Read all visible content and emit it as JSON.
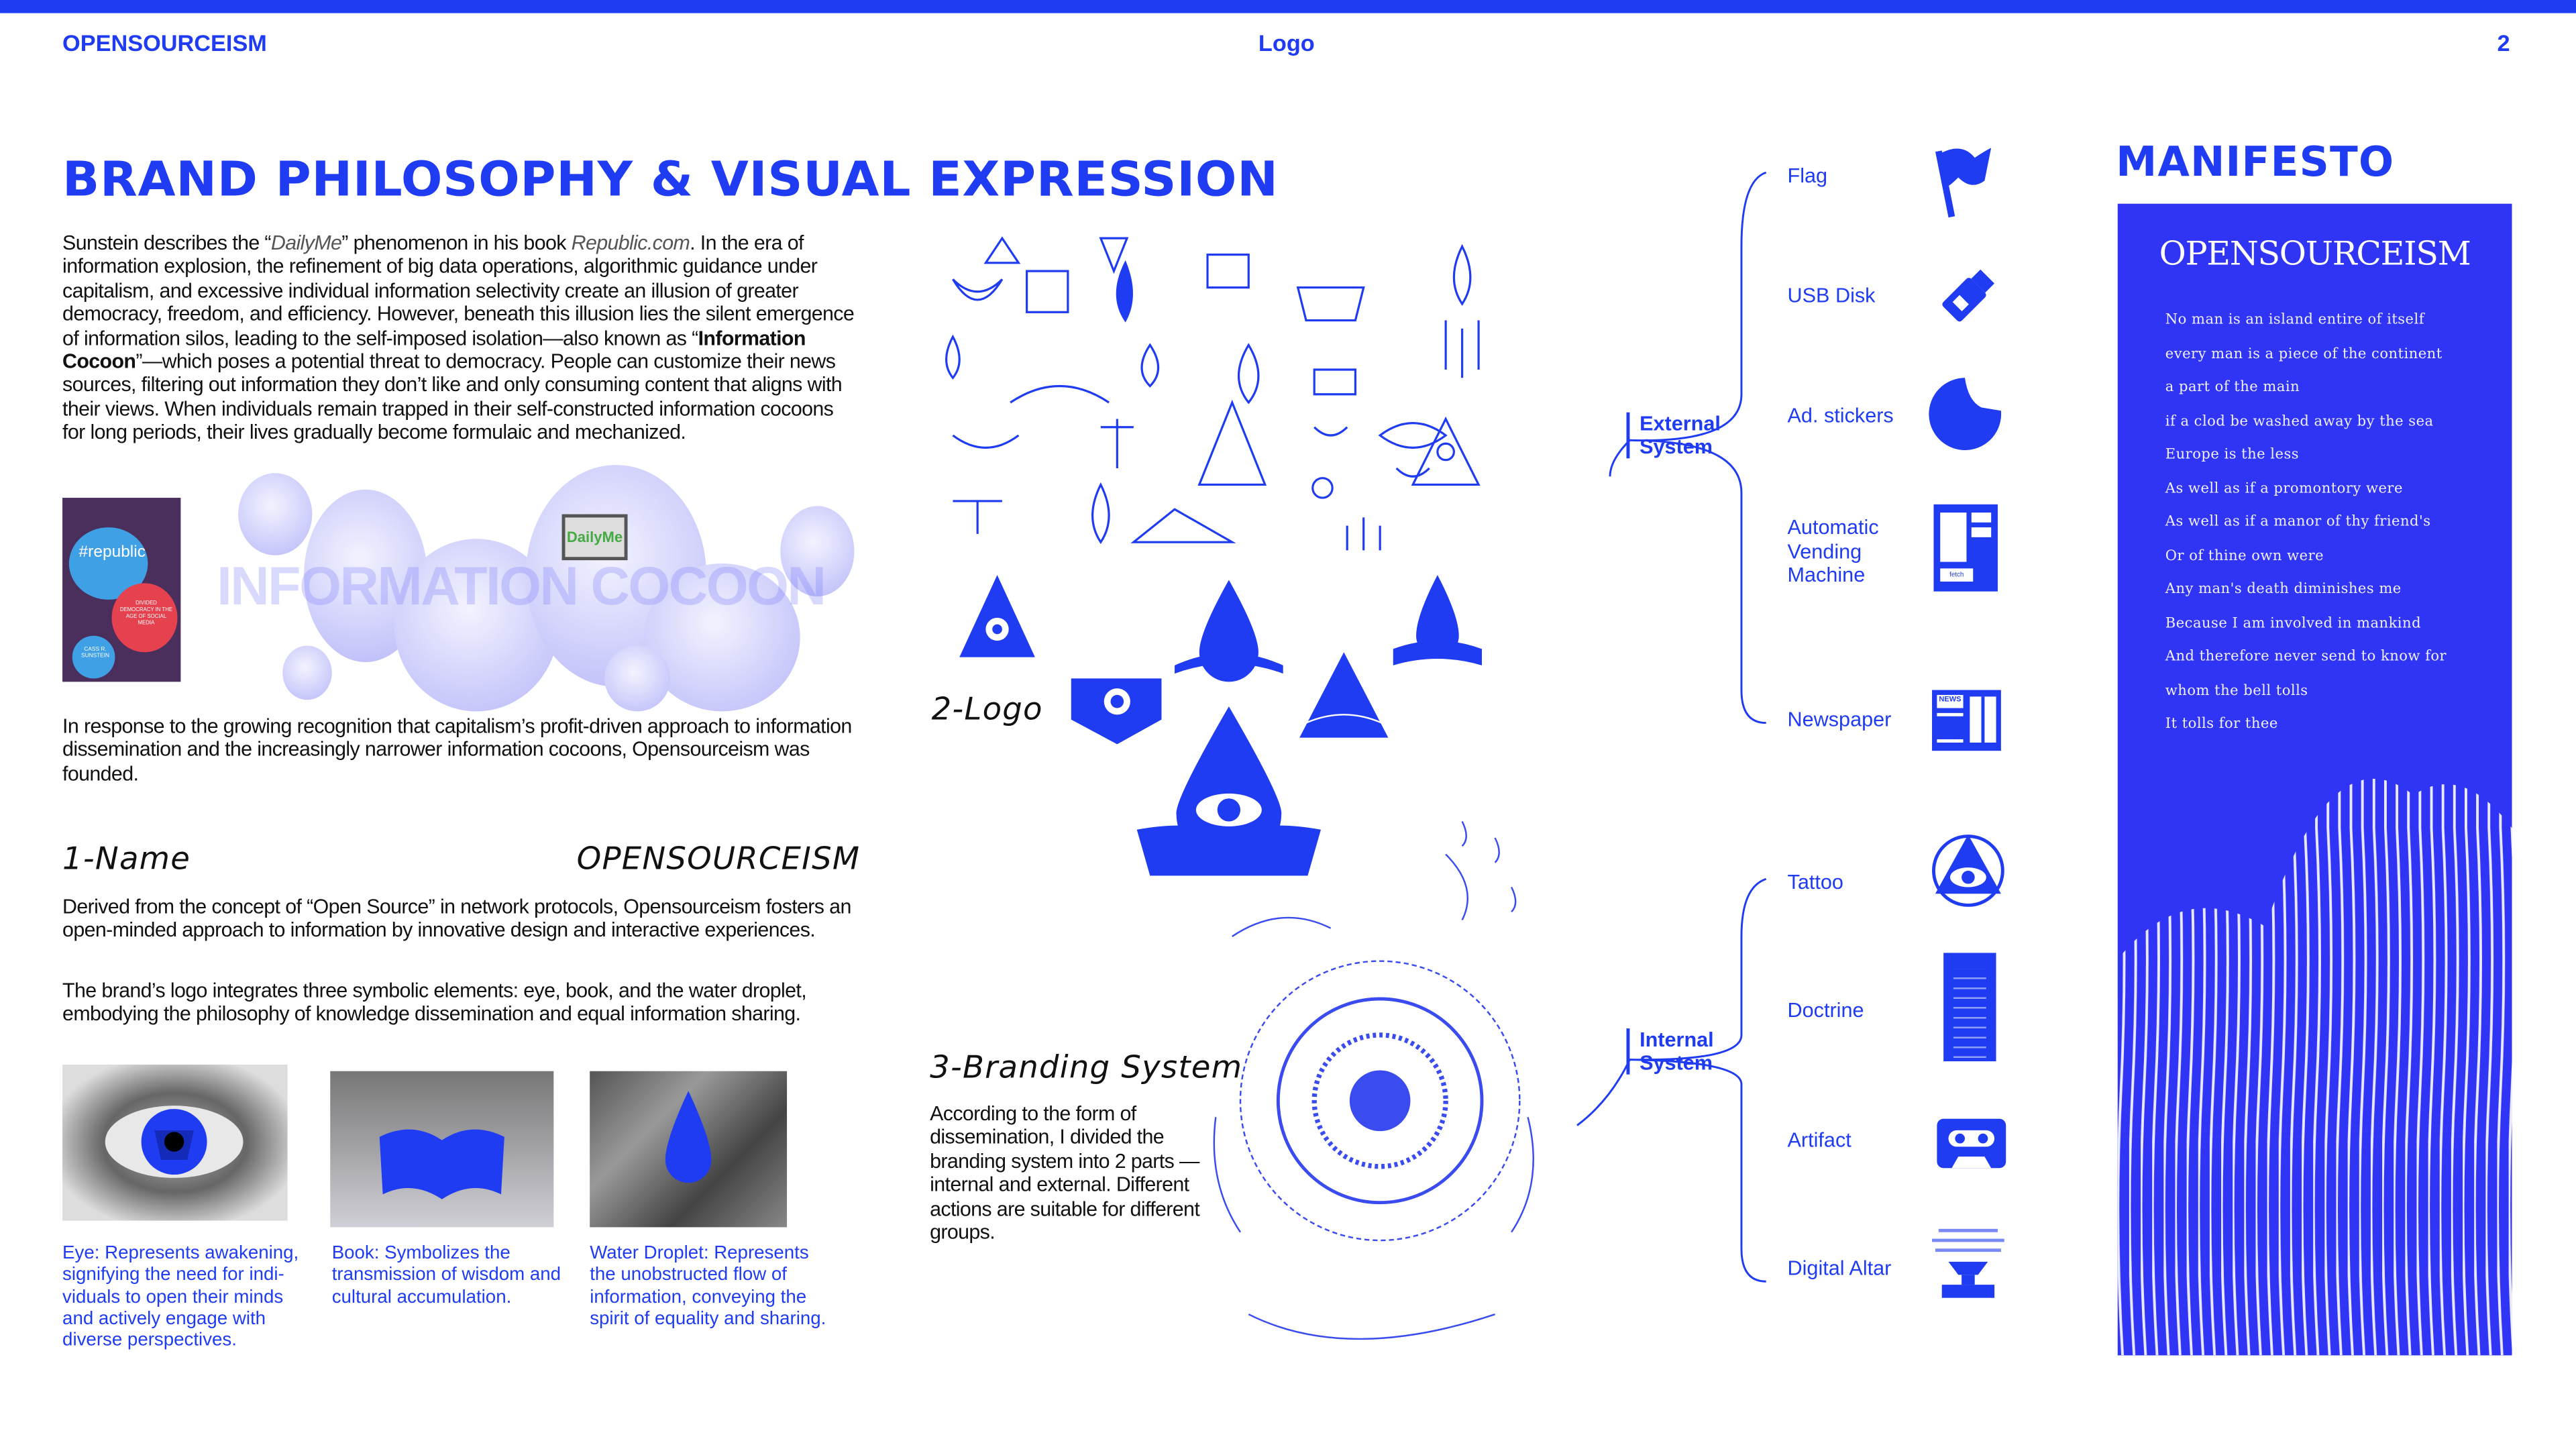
{
  "header": {
    "brand": "OPENSOURCEISM",
    "section": "Logo",
    "page_number": "2"
  },
  "title": "BRAND PHILOSOPHY & VISUAL EXPRESSION",
  "intro": {
    "p1_a": "Sunstein describes the “",
    "p1_dailyme": "DailyMe",
    "p1_b": "” phenomenon in his book ",
    "p1_book": "Republic.com",
    "p1_c": ". In the era of information explosion, the refinement of big data operations, algorithmic guidance under capitalism, and excessive individual information selectivity create an illusion of greater democracy, freedom, and efficiency. However, beneath this illusion lies the silent emergence of information silos, leading to the self-imposed isolation—also known as “",
    "p1_cocoon": "Information Cocoon",
    "p1_d": "”—which poses a potential threat to democracy. People can customize their news sources, filtering out information they don’t like and only consuming content that aligns with their views. When individuals remain trapped in their self-constructed information cocoons for long periods, their lives gradually become formulaic and mechanized.",
    "p2": "In response to the growing recognition that capitalism’s profit-driven approach to information dissemination and the increasingly narrower information cocoons, Opensourceism was founded."
  },
  "book_cover": {
    "title": "#republic",
    "subtitle": "DIVIDED DEMOCRACY IN THE AGE OF SOCIAL MEDIA",
    "author": "CASS R. SUNSTEIN"
  },
  "collage": {
    "overlay_text": "INFORMATION COCOON",
    "screen_text": "DailyMe"
  },
  "name_section": {
    "heading": "1-Name",
    "brand": "OPENSOURCEISM",
    "p1": "Derived from the concept of “Open Source” in network protocols, Opensourceism fosters an open-minded approach to information by innovative design and interactive experiences.",
    "p2": "The brand’s logo integrates three symbolic elements: eye, book, and the water droplet, embodying the philosophy of knowledge dissemination and equal information sharing."
  },
  "symbols": [
    {
      "caption": "Eye: Represents awakening, signifying the need for indi-viduals to open their minds and actively engage with diverse perspectives."
    },
    {
      "caption": "Book: Symbolizes the transmission of wisdom and cultural accumulation."
    },
    {
      "caption": "Water Droplet: Represents the unobstructed flow of information, conveying the spirit of equality and sharing."
    }
  ],
  "logo_section": {
    "heading": "2-Logo"
  },
  "branding": {
    "heading": "3-Branding System",
    "text": "According to the form of dissemination, I divided the branding system into 2 parts — internal and external. Different actions are suitable for different groups."
  },
  "systems": {
    "external": {
      "label": "External System",
      "items": [
        {
          "label": "Flag",
          "icon": "flag-icon"
        },
        {
          "label": "USB Disk",
          "icon": "usb-disk-icon"
        },
        {
          "label": "Ad. stickers",
          "icon": "sticker-icon"
        },
        {
          "label": "Automatic Vending Machine",
          "icon": "vending-machine-icon",
          "icon_text": "fetch"
        },
        {
          "label": "Newspaper",
          "icon": "newspaper-icon",
          "icon_text": "NEWS"
        }
      ]
    },
    "internal": {
      "label": "Internal System",
      "items": [
        {
          "label": "Tattoo",
          "icon": "eye-triangle-icon"
        },
        {
          "label": "Doctrine",
          "icon": "doctrine-icon"
        },
        {
          "label": "Artifact",
          "icon": "cassette-icon"
        },
        {
          "label": "Digital Altar",
          "icon": "altar-icon"
        }
      ]
    }
  },
  "manifesto": {
    "heading": "MANIFESTO",
    "logo": "OPENSOURCEISM",
    "lines": [
      "No man is an island entire of itself",
      "every man is a piece of the continent",
      "a part of the main",
      "if a clod be washed away by the sea",
      "Europe is the less",
      "As well as if a promontory were",
      "As well as if a manor of thy friend's",
      "Or of thine own were",
      "Any man's death diminishes me",
      "Because I am involved in mankind",
      "And therefore never send to know for",
      "whom the bell tolls",
      "It tolls for thee"
    ]
  },
  "colors": {
    "accent": "#1f3cf2",
    "panel": "#3035f5"
  }
}
